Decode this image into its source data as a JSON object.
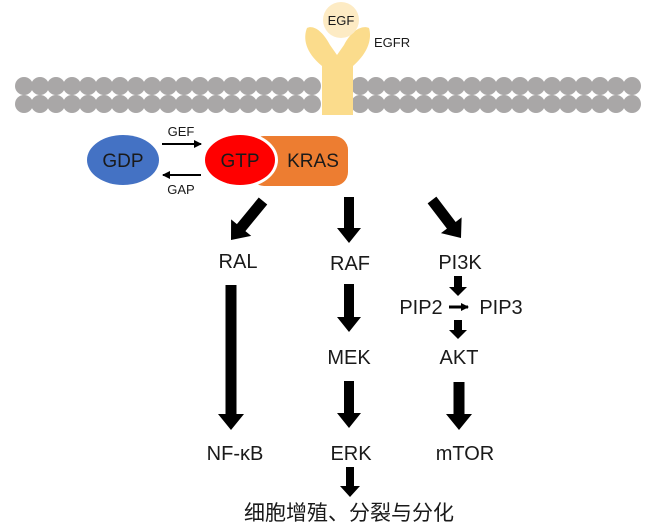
{
  "receptor": {
    "ligand_label": "EGF",
    "receptor_label": "EGFR"
  },
  "kras_cycle": {
    "gdp_label": "GDP",
    "gtp_label": "GTP",
    "kras_label": "KRAS",
    "gef_label": "GEF",
    "gap_label": "GAP"
  },
  "pathways": {
    "ral": {
      "node1": "RAL",
      "node2": "NF-κB"
    },
    "raf": {
      "node1": "RAF",
      "node2": "MEK",
      "node3": "ERK"
    },
    "pi3k": {
      "node1": "PI3K",
      "pip2": "PIP2",
      "pip3": "PIP3",
      "node2": "AKT",
      "node3": "mTOR"
    }
  },
  "outcome": "细胞增殖、分裂与分化",
  "colors": {
    "membrane": "#a9a7a7",
    "receptor": "#fbdc8c",
    "ligand": "#fdebc4",
    "gdp": "#4472c4",
    "gtp": "#ff0000",
    "kras": "#ed7d31",
    "arrow": "#000000",
    "text": "#1a1a1a"
  }
}
